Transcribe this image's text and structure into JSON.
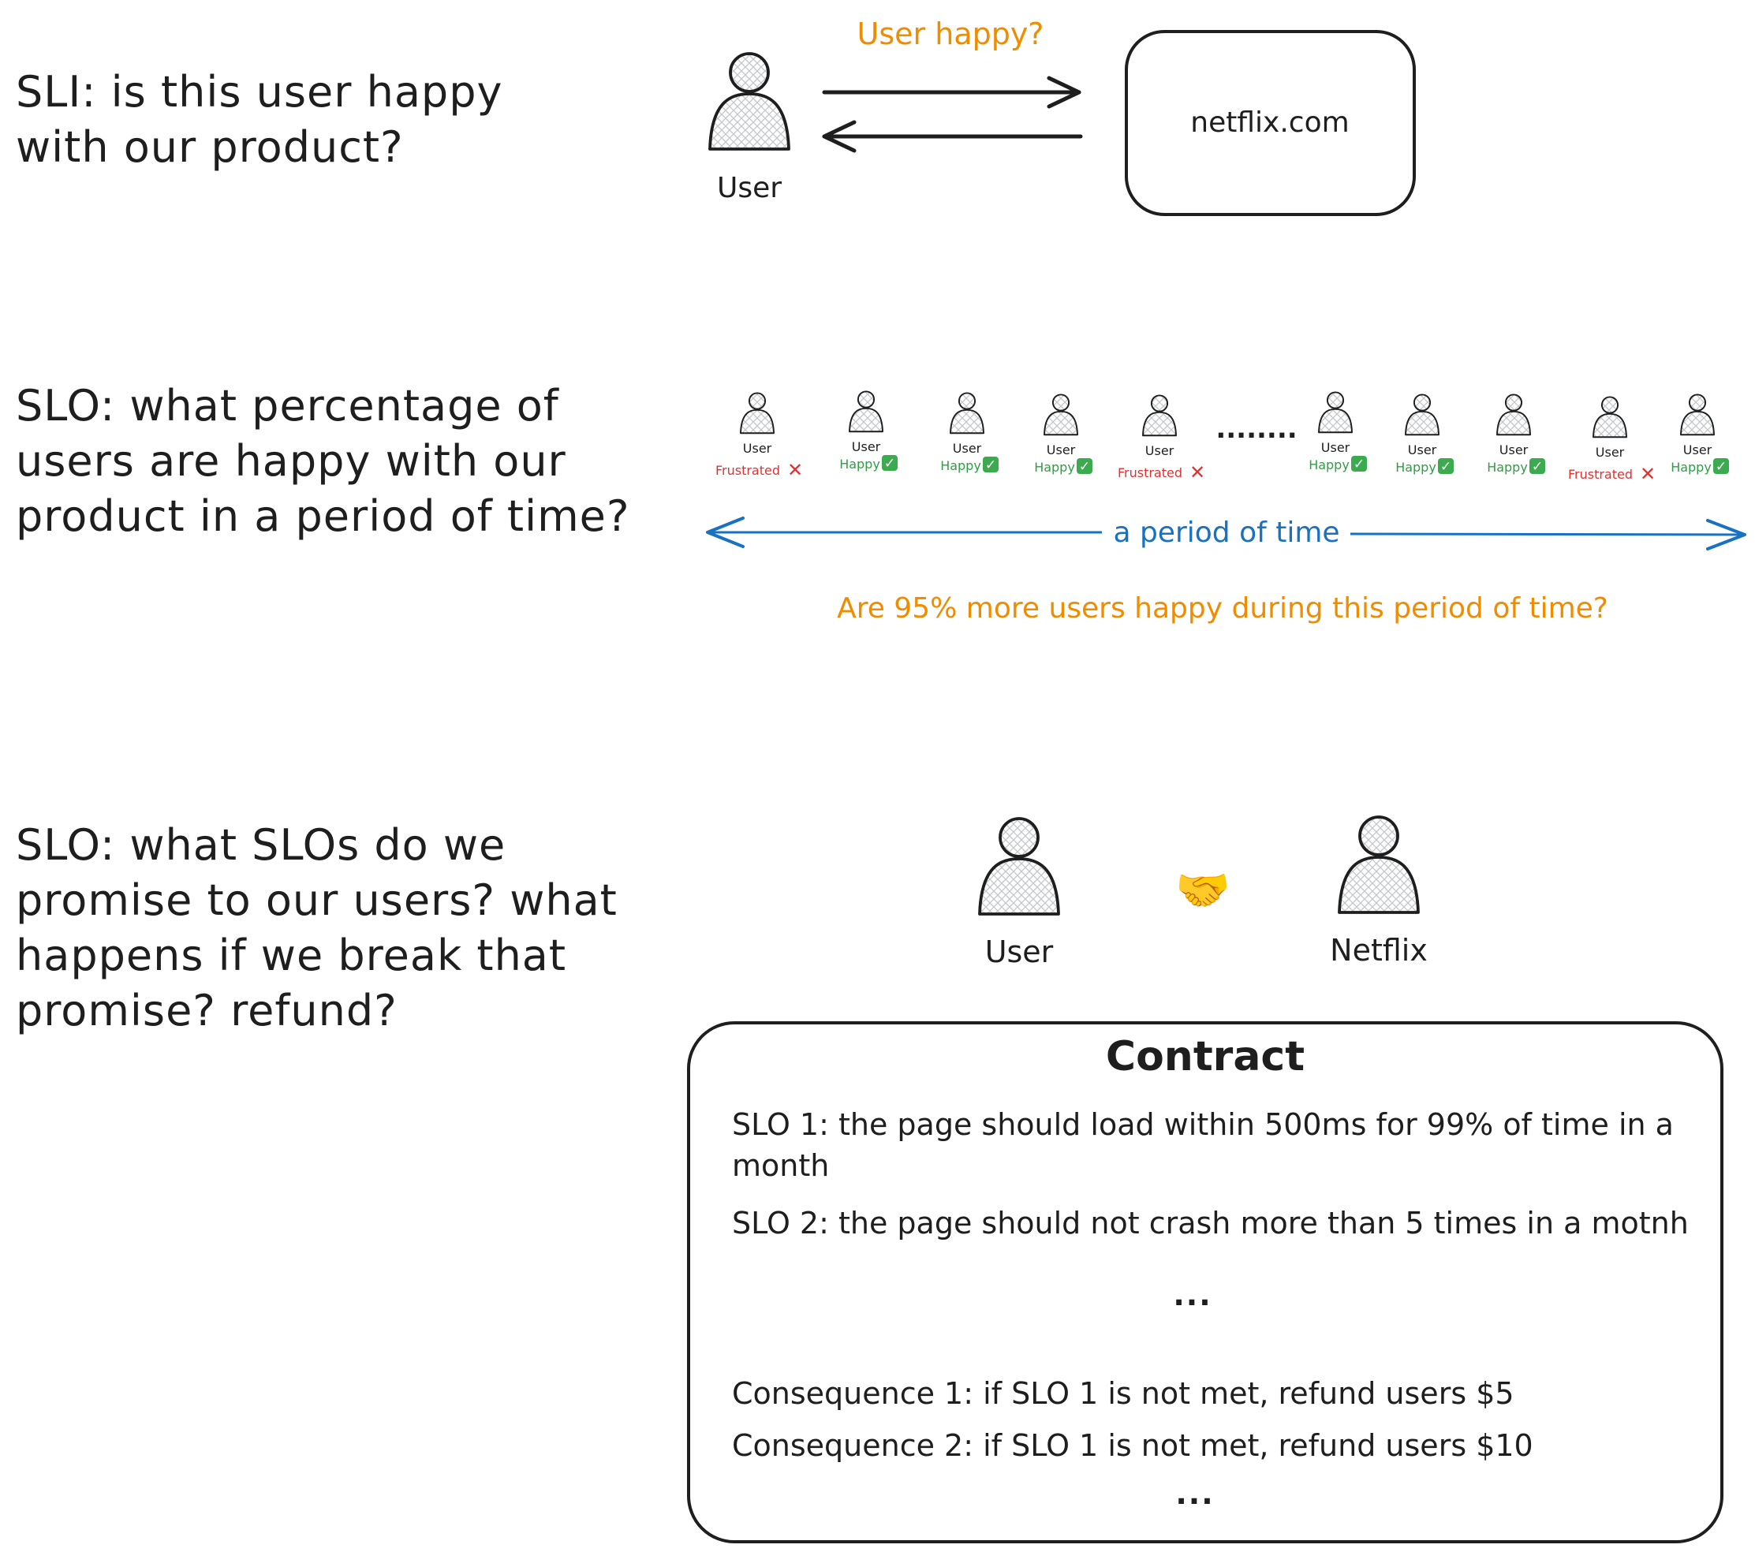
{
  "questions": {
    "sli": "SLI: is this user happy\nwith our product?",
    "slo_percent": "SLO: what percentage of\nusers are happy with our\nproduct in a period of time?",
    "slo_promise": "SLO: what SLOs do we\npromise to our users? what\nhappens if we break that\npromise? refund?"
  },
  "sli_diagram": {
    "user_label": "User",
    "arrow_label": "User happy?",
    "service_label": "netflix.com"
  },
  "slo_timeline": {
    "users": [
      {
        "label": "User",
        "status": "Frustrated",
        "mark": "✕"
      },
      {
        "label": "User",
        "status": "Happy",
        "mark": "✓"
      },
      {
        "label": "User",
        "status": "Happy",
        "mark": "✓"
      },
      {
        "label": "User",
        "status": "Happy",
        "mark": "✓"
      },
      {
        "label": "User",
        "status": "Frustrated",
        "mark": "✕"
      },
      {
        "label": "User",
        "status": "Happy",
        "mark": "✓"
      },
      {
        "label": "User",
        "status": "Happy",
        "mark": "✓"
      },
      {
        "label": "User",
        "status": "Happy",
        "mark": "✓"
      },
      {
        "label": "User",
        "status": "Frustrated",
        "mark": "✕"
      },
      {
        "label": "User",
        "status": "Happy",
        "mark": "✓"
      }
    ],
    "dots": "........",
    "period_label": "a period of time",
    "question": "Are 95% more users happy during this period of time?"
  },
  "agreement": {
    "user_label": "User",
    "provider_label": "Netflix",
    "handshake": "🤝"
  },
  "contract": {
    "title": "Contract",
    "slos": [
      "SLO 1: the page should load within 500ms for 99% of time in a month",
      "SLO 2: the page should not crash more than 5 times in a motnh"
    ],
    "slo_ellipsis": "...",
    "consequences": [
      "Consequence 1: if SLO 1 is not met, refund users $5",
      "Consequence 2: if SLO 1 is not met, refund users $10"
    ],
    "consequence_ellipsis": "..."
  },
  "colors": {
    "stroke": "#1e1e1e",
    "orange": "#f08c00",
    "blue": "#1971c2",
    "red": "#e03131",
    "green": "#2f9e44",
    "handshake": "#f5b82e"
  }
}
